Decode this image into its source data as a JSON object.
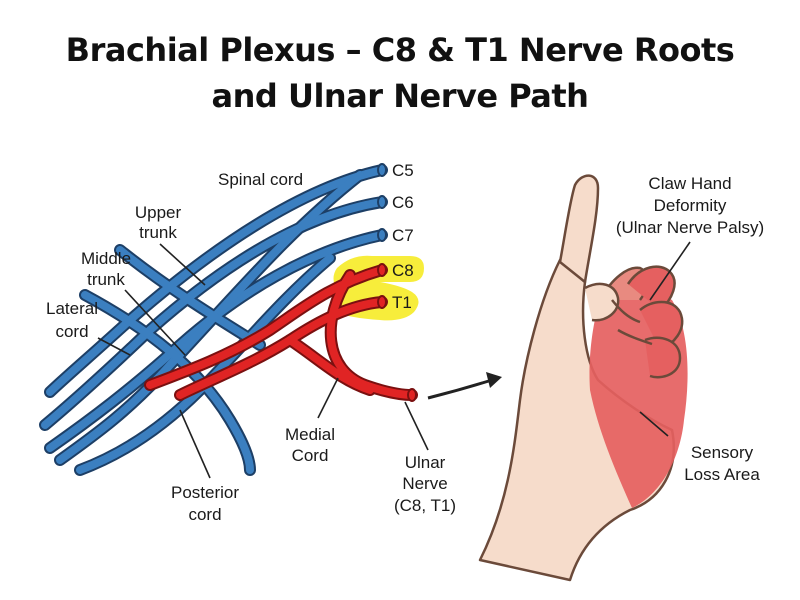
{
  "title": {
    "line1": "Brachial Plexus – C8 & T1 Nerve Roots",
    "line2": "and Ulnar Nerve Path"
  },
  "roots": {
    "c5": "C5",
    "c6": "C6",
    "c7": "C7",
    "c8": "C8",
    "t1": "T1"
  },
  "labels": {
    "spinal_cord": "Spinal cord",
    "upper_trunk": [
      "Upper",
      "trunk"
    ],
    "middle_trunk": [
      "Middle",
      "trunk"
    ],
    "lateral_cord": [
      "Lateral",
      "cord"
    ],
    "posterior_cord": [
      "Posterior",
      "cord"
    ],
    "medial_cord": [
      "Medial",
      "Cord"
    ],
    "ulnar_nerve": [
      "Ulnar",
      "Nerve",
      "(C8, T1)"
    ],
    "claw_hand": [
      "Claw Hand",
      "Deformity",
      "(Ulnar Nerve Palsy)"
    ],
    "sensory_loss": [
      "Sensory",
      "Loss Area"
    ]
  },
  "colors": {
    "nerve_blue": "#3b7fc0",
    "nerve_blue_outline": "#1d3f66",
    "nerve_red": "#e02424",
    "nerve_red_outline": "#7a1010",
    "highlight": "#f6ec2a",
    "skin": "#f6dccb",
    "sensory_red": "#e56060"
  }
}
